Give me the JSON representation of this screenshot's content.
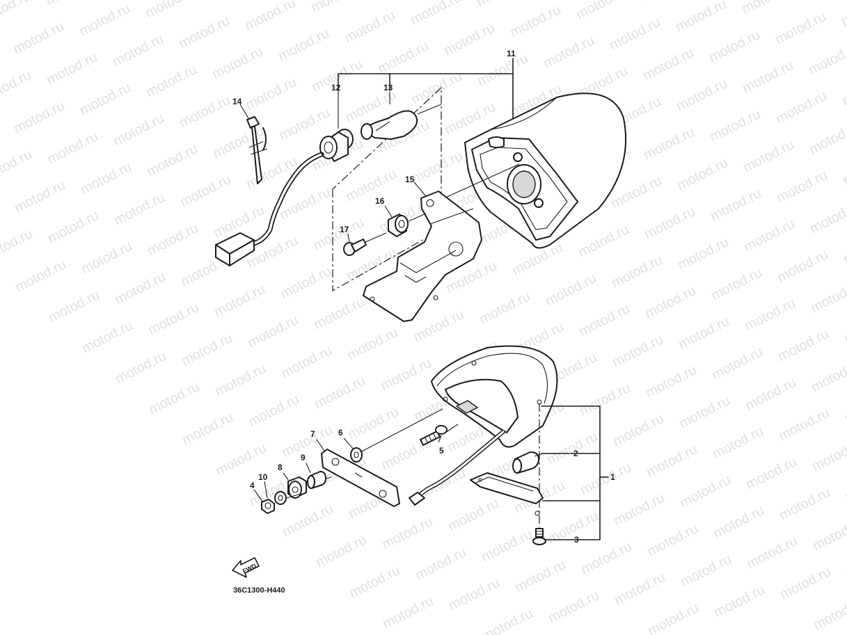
{
  "diagram_code": "36C1300-H440",
  "fwd_label": "FWD",
  "watermark_text": "motod.ru",
  "callouts": [
    "1",
    "2",
    "3",
    "4",
    "5",
    "6",
    "7",
    "8",
    "9",
    "10",
    "11",
    "12",
    "13",
    "14",
    "15",
    "16",
    "17"
  ]
}
